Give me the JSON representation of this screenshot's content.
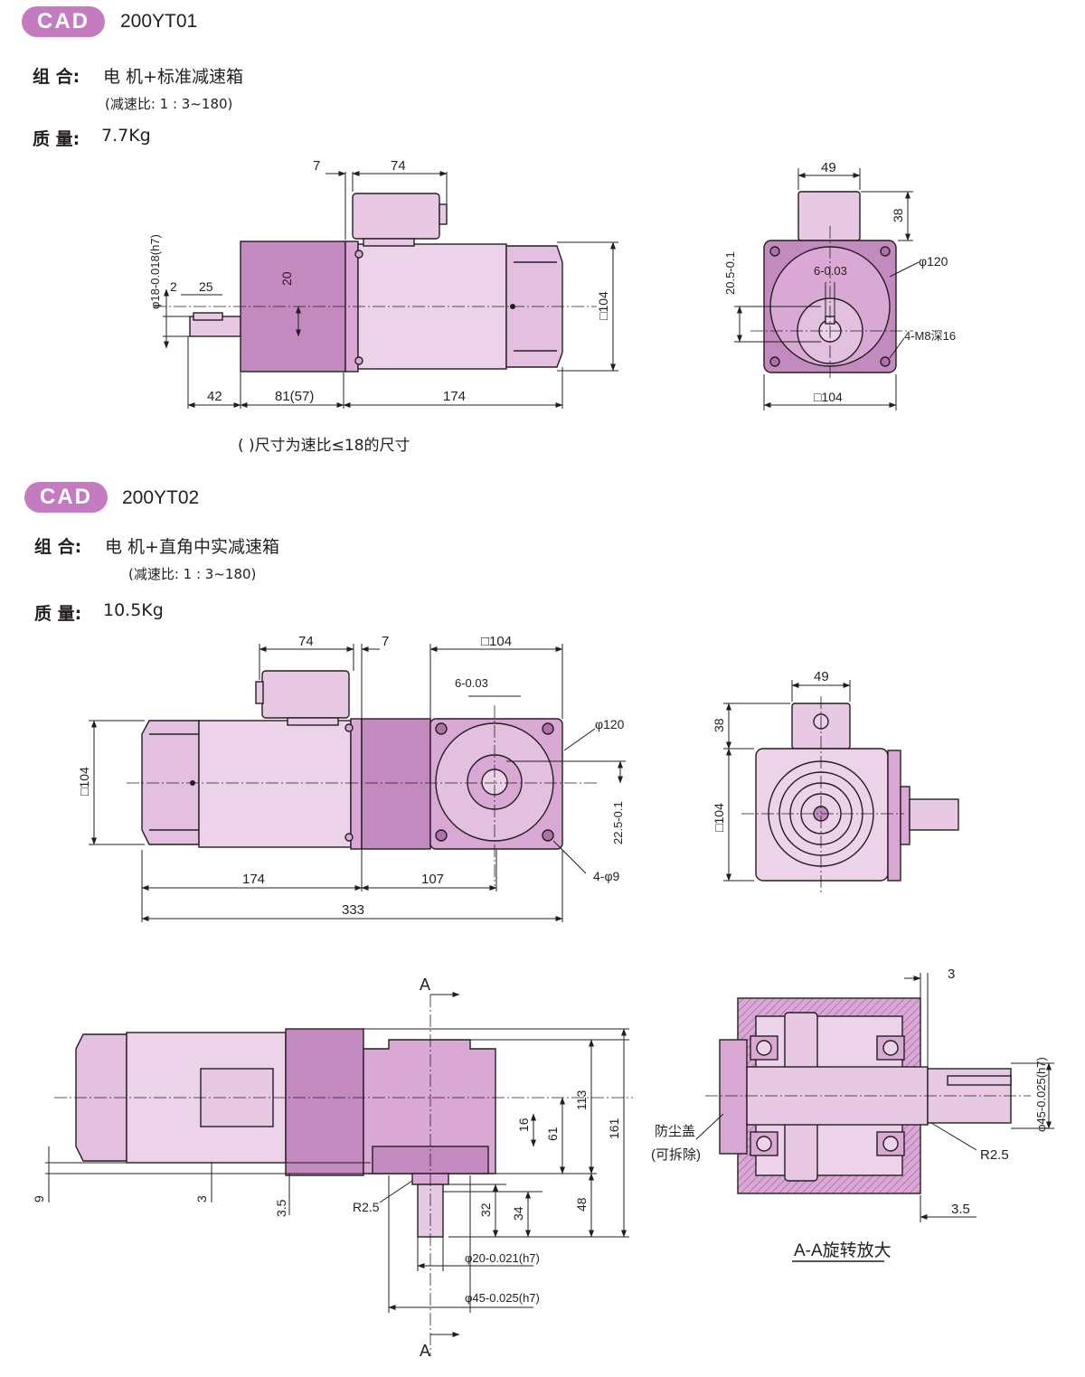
{
  "sections": [
    {
      "badge": "CAD",
      "model": "200YT01",
      "combo_label": "组 合:",
      "combo_value": "电 机+标准减速箱",
      "ratio": "(减速比: 1 : 3~180)",
      "mass_label": "质 量:",
      "mass_value": "7.7Kg"
    },
    {
      "badge": "CAD",
      "model": "200YT02",
      "combo_label": "组 合:",
      "combo_value": "电 机+直角中实减速箱",
      "ratio": "(减速比: 1 : 3~180)",
      "mass_label": "质 量:",
      "mass_value": "10.5Kg"
    }
  ],
  "drawing1": {
    "note": "( )尺寸为速比≤18的尺寸",
    "side_dims": {
      "d7": "7",
      "d74": "74",
      "d2": "2",
      "d25": "25",
      "d20": "20",
      "d42": "42",
      "d81": "81(57)",
      "d174": "174",
      "sq104": "□104",
      "shaft": "φ18-0.018(h7)"
    },
    "end_dims": {
      "d49": "49",
      "d38": "38",
      "d120": "φ120",
      "key": "6-0.03",
      "d205": "20.5-0.1",
      "m8": "4-M8深16",
      "sq104": "□104"
    }
  },
  "drawing2": {
    "side_dims": {
      "d74": "74",
      "d7": "7",
      "sq104": "□104",
      "key": "6-0.03",
      "d120": "φ120",
      "sq104l": "□104",
      "d225": "22.5-0.1",
      "d49": "4-φ9",
      "d174": "174",
      "d107": "107",
      "d333": "333"
    },
    "end_dims": {
      "d49": "49",
      "d38": "38",
      "sq104": "□104"
    },
    "front_dims": {
      "A": "A",
      "d113": "113",
      "d161": "161",
      "d16": "16",
      "d61": "61",
      "d9": "9",
      "d3": "3",
      "d35": "3.5",
      "r25": "R2.5",
      "d32": "32",
      "d34": "34",
      "d48": "48",
      "phi20": "φ20-0.021(h7)",
      "phi45": "φ45-0.025(h7)"
    },
    "section": {
      "d3": "3",
      "dust1": "防尘盖",
      "dust2": "(可拆除)",
      "r25": "R2.5",
      "phi45": "φ45-0.025(h7)",
      "d35": "3.5",
      "title": "A-A旋转放大"
    }
  },
  "colors": {
    "accent": "#c57bc0",
    "body_light": "#ecd3ea",
    "body_mid": "#d9a8d5",
    "body_dark": "#c38ac0"
  }
}
